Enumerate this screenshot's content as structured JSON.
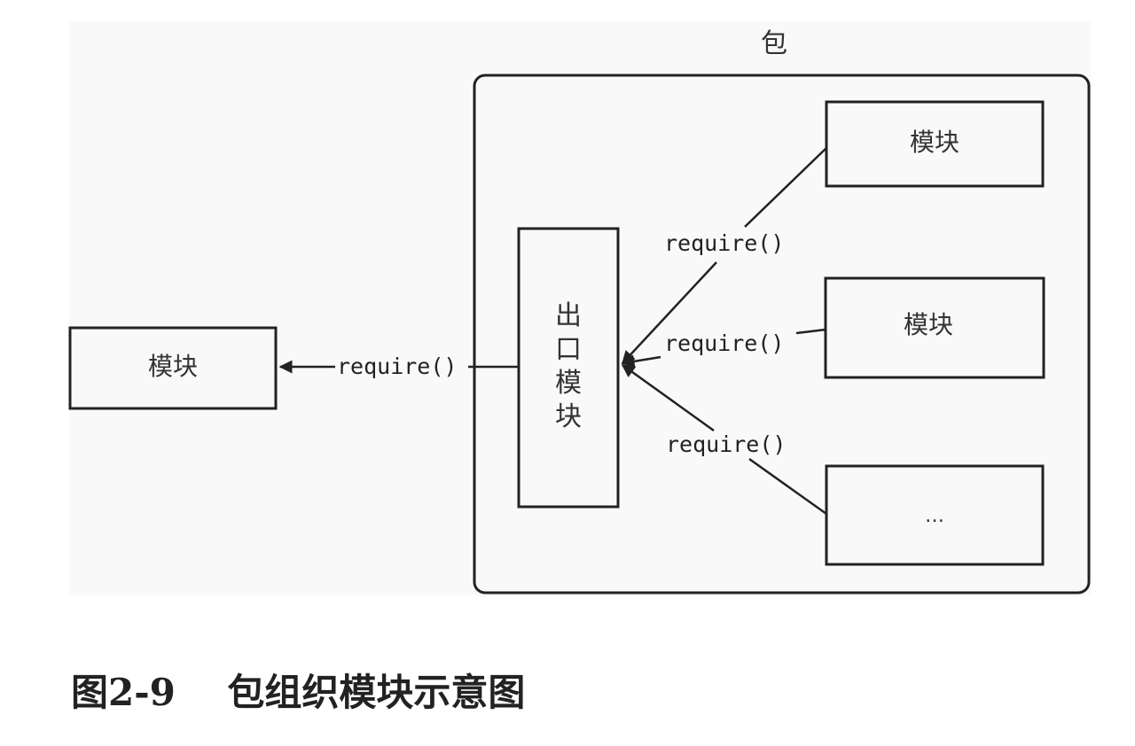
{
  "diagram": {
    "package_label": "包",
    "external_module": "模块",
    "entry_module": [
      "出",
      "口",
      "模",
      "块"
    ],
    "internal_modules": [
      "模块",
      "模块",
      "…"
    ],
    "edges": [
      {
        "from": "entry_module",
        "to": "external_module",
        "label": "require()"
      },
      {
        "from": "internal_module_1",
        "to": "entry_module",
        "label": "require()"
      },
      {
        "from": "internal_module_2",
        "to": "entry_module",
        "label": "require()"
      },
      {
        "from": "internal_module_3",
        "to": "entry_module",
        "label": "require()"
      }
    ]
  },
  "caption": {
    "number": "图2-9",
    "title": "包组织模块示意图"
  },
  "colors": {
    "stroke": "#222222",
    "background": "#f9f9f9"
  }
}
